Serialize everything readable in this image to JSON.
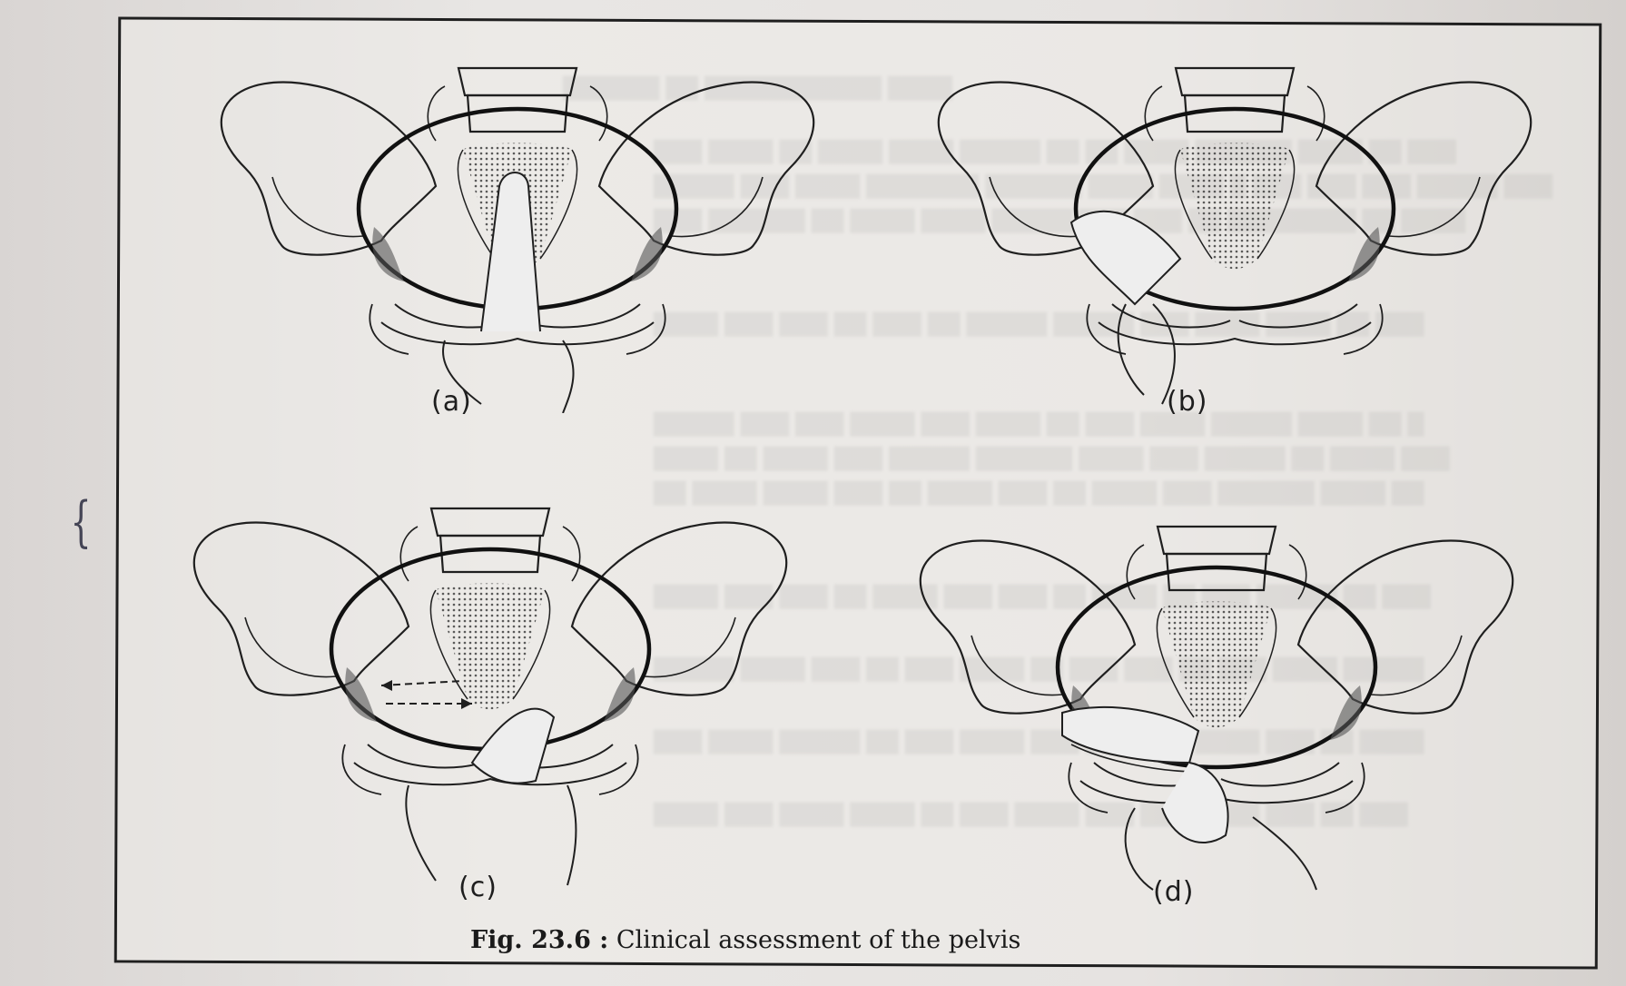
{
  "figure": {
    "caption_number": "Fig. 23.6 :",
    "caption_text": " Clinical assessment of the pelvis",
    "panels": [
      {
        "label": "(a)"
      },
      {
        "label": "(b)"
      },
      {
        "label": "(c)"
      },
      {
        "label": "(d)"
      }
    ]
  },
  "margin_mark": "{",
  "colors": {
    "ink": "#1f1f1f",
    "paper": "#e6e3e1",
    "shading": "#555555"
  }
}
